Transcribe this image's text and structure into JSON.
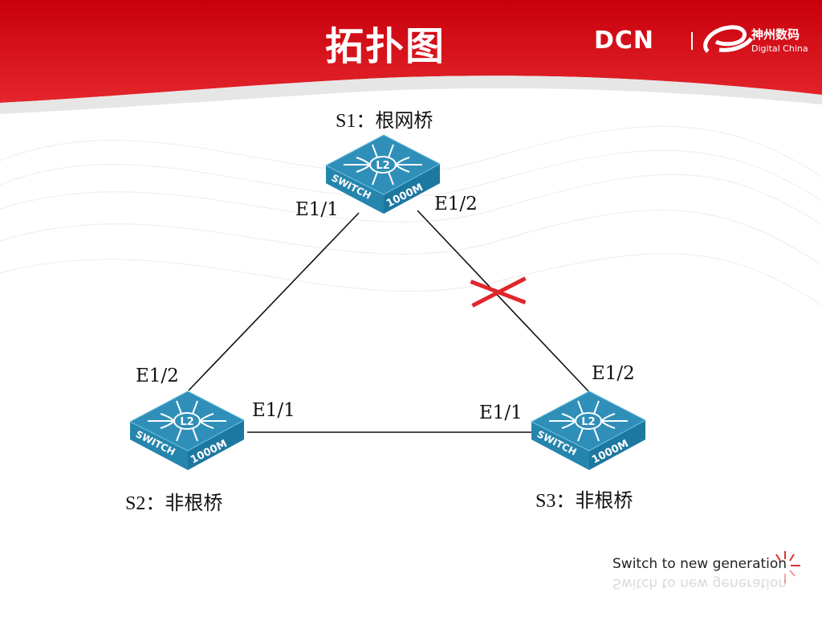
{
  "header": {
    "title": "拓扑图",
    "logo_brand": "DCN",
    "logo_cn": "神州数码",
    "logo_en": "Digital China",
    "accent": "#d8101a"
  },
  "nodes": [
    {
      "id": "S1",
      "name": "S1：根网桥",
      "icon": "l2-switch-icon"
    },
    {
      "id": "S2",
      "name": "S2：非根桥",
      "icon": "l2-switch-icon"
    },
    {
      "id": "S3",
      "name": "S3：非根桥",
      "icon": "l2-switch-icon"
    }
  ],
  "switch_icon": {
    "center_label": "L2",
    "left_label": "SWITCH",
    "right_label": "1000M",
    "color": "#2f8fb8"
  },
  "ports": {
    "s1_e11": "E1/1",
    "s1_e12": "E1/2",
    "s2_e12": "E1/2",
    "s2_e11": "E1/1",
    "s3_e12": "E1/2",
    "s3_e11": "E1/1"
  },
  "links": [
    {
      "from": "S1",
      "to": "S2",
      "blocked": false
    },
    {
      "from": "S1",
      "to": "S3",
      "blocked": true
    },
    {
      "from": "S2",
      "to": "S3",
      "blocked": false
    }
  ],
  "footer": {
    "slogan": "Switch to new generation"
  }
}
